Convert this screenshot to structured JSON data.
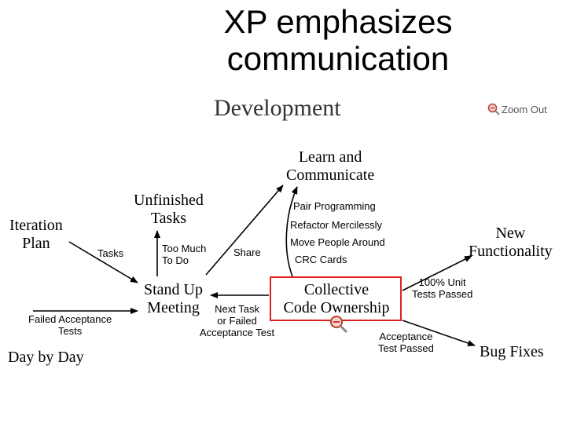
{
  "slide": {
    "title_line1": "XP emphasizes",
    "title_line2": "communication"
  },
  "diagram": {
    "heading": "Development",
    "zoom_out_label": "Zoom Out",
    "nodes": {
      "iteration_plan_l1": "Iteration",
      "iteration_plan_l2": "Plan",
      "unfinished_tasks_l1": "Unfinished",
      "unfinished_tasks_l2": "Tasks",
      "learn_communicate_l1": "Learn and",
      "learn_communicate_l2": "Communicate",
      "new_functionality_l1": "New",
      "new_functionality_l2": "Functionality",
      "stand_up_l1": "Stand Up",
      "stand_up_l2": "Meeting",
      "collective_l1": "Collective",
      "collective_l2": "Code Ownership",
      "day_by_day": "Day by Day",
      "bug_fixes": "Bug Fixes"
    },
    "labels": {
      "tasks": "Tasks",
      "too_much_l1": "Too Much",
      "too_much_l2": "To Do",
      "share": "Share",
      "pair_programming": "Pair Programming",
      "refactor_mercilessly": "Refactor Mercilessly",
      "move_people_around": "Move People Around",
      "crc_cards": "CRC Cards",
      "unit_tests_l1": "100% Unit",
      "unit_tests_l2": "Tests Passed",
      "failed_acceptance_l1": "Failed Acceptance",
      "failed_acceptance_l2": "Tests",
      "next_task_l1": "Next Task",
      "next_task_l2": "or Failed",
      "next_task_l3": "Acceptance Test",
      "acceptance_passed_l1": "Acceptance",
      "acceptance_passed_l2": "Test Passed"
    },
    "colors": {
      "highlight": "#e02020",
      "zoom_icon": "#c0392b"
    }
  }
}
